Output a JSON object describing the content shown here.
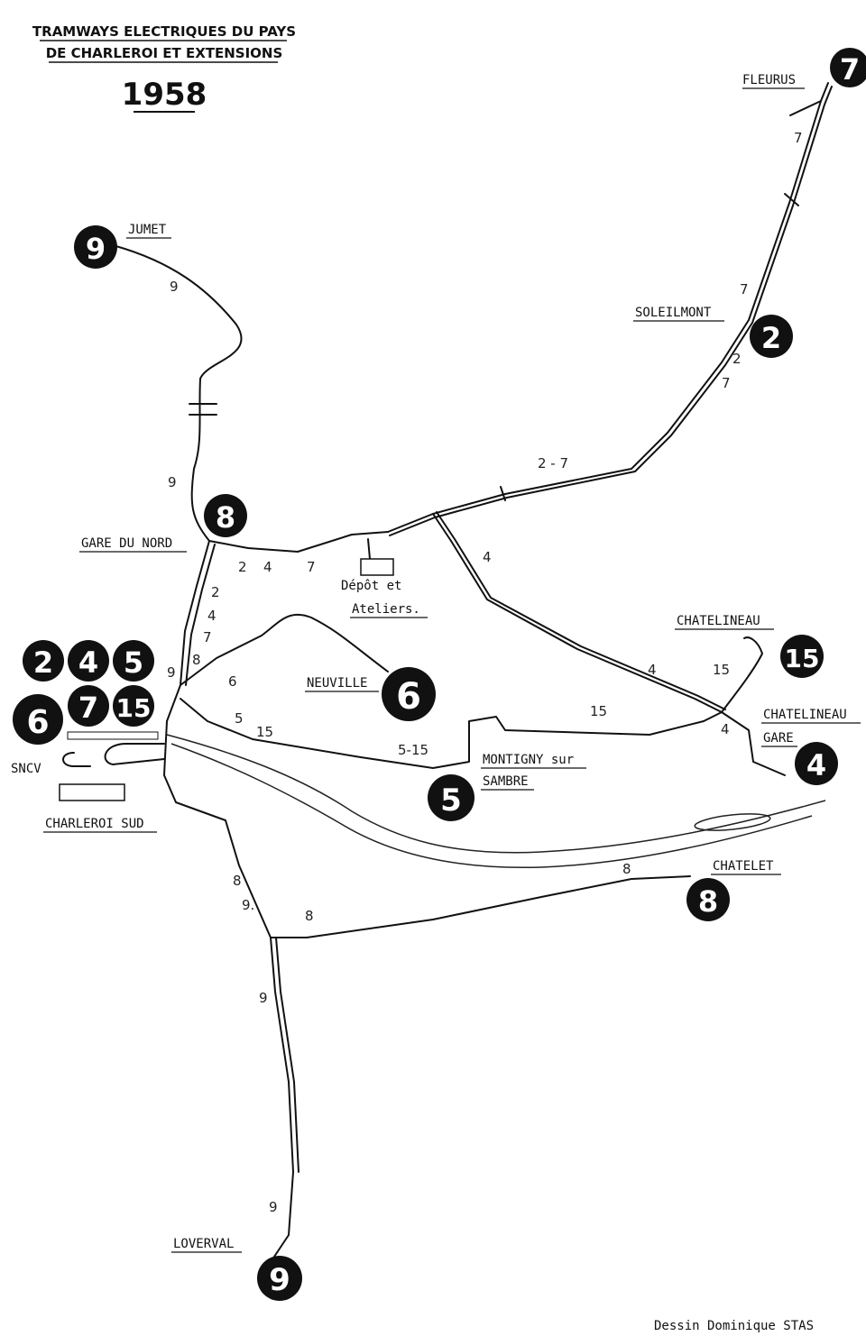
{
  "title": {
    "line1": "TRAMWAYS ELECTRIQUES DU PAYS",
    "line2": "DE CHARLEROI ET EXTENSIONS",
    "year": "1958"
  },
  "places": {
    "fleurus": "FLEURUS",
    "jumet": "JUMET",
    "soleilmont": "SOLEILMONT",
    "gare_du_nord": "GARE DU NORD",
    "depot_1": "Dépôt et",
    "depot_2": "Ateliers.",
    "chatelineau": "CHATELINEAU",
    "chatelineau_gare_1": "CHATELINEAU",
    "chatelineau_gare_2": "GARE",
    "neuville": "NEUVILLE",
    "montigny_1": "MONTIGNY sur",
    "montigny_2": "SAMBRE",
    "sncv": "SNCV",
    "charleroi_sud": "CHARLEROI SUD",
    "chatelet": "CHATELET",
    "loverval": "LOVERVAL"
  },
  "route_badges": {
    "fleurus": "7",
    "jumet": "9",
    "soleilmont": "2",
    "gare_du_nord": "8",
    "chatelineau": "15",
    "chatelineau_gare": "4",
    "neuville": "6",
    "montigny": "5",
    "chatelet": "8",
    "loverval": "9",
    "sud_2": "2",
    "sud_4": "4",
    "sud_5": "5",
    "sud_6": "6",
    "sud_7": "7",
    "sud_15": "15"
  },
  "track_numbers": {
    "t_7a": "7",
    "t_7b": "7",
    "t_2": "2",
    "t_7c": "7",
    "t_9a": "9",
    "t_2_7": "2 - 7",
    "t_9b": "9",
    "t_4a": "4",
    "t_2a": "2",
    "t_4b": "4",
    "t_7d": "7",
    "t_2b": "2",
    "t_4c": "4",
    "t_7e": "7",
    "t_9c": "9",
    "t_8a": "8",
    "t_6": "6",
    "t_5": "5",
    "t_15a": "15",
    "t_4d": "4",
    "t_15b": "15",
    "t_15c": "15",
    "t_4e": "4",
    "t_5_15": "5-15",
    "t_8b": "8",
    "t_9d": "9.",
    "t_8c": "8",
    "t_8d": "8",
    "t_9e": "9",
    "t_9f": "9"
  },
  "credit": "Dessin Dominique STAS",
  "colors": {
    "ink": "#111111",
    "paper": "#ffffff",
    "badge": "#111111"
  }
}
